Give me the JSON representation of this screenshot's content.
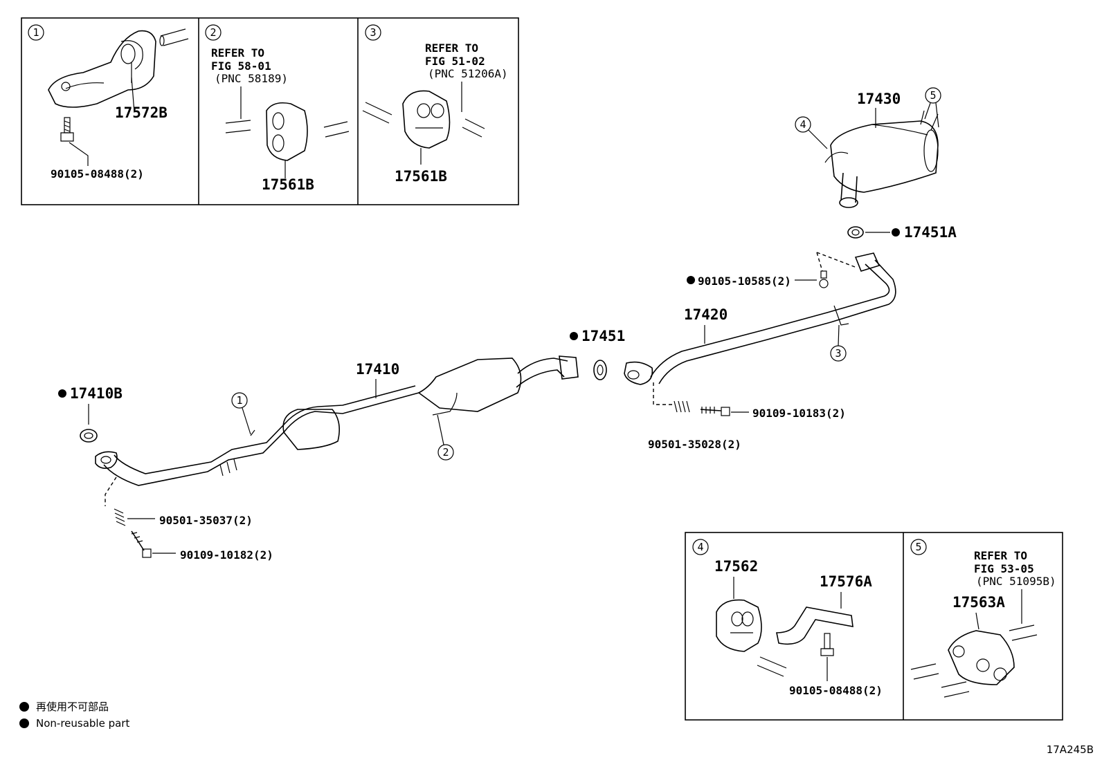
{
  "insets": {
    "i1": {
      "num": "1",
      "part": "17572B",
      "bolt": "90105-08488(2)"
    },
    "i2": {
      "num": "2",
      "ref1": "REFER TO",
      "ref2": "FIG 58-01",
      "ref3": "(PNC 58189)",
      "part": "17561B"
    },
    "i3": {
      "num": "3",
      "ref1": "REFER TO",
      "ref2": "FIG 51-02",
      "ref3": "(PNC 51206A)",
      "part": "17561B"
    },
    "i4": {
      "num": "4",
      "part_a": "17562",
      "part_b": "17576A",
      "bolt": "90105-08488(2)"
    },
    "i5": {
      "num": "5",
      "ref1": "REFER TO",
      "ref2": "FIG 53-05",
      "ref3": "(PNC 51095B)",
      "part": "17563A"
    }
  },
  "callouts": {
    "c1": "1",
    "c2": "2",
    "c3": "3",
    "c4": "4",
    "c5": "5"
  },
  "parts": {
    "p17430": "17430",
    "p17451A": "17451A",
    "p90105_10585": "90105-10585(2)",
    "p17420": "17420",
    "p17451": "17451",
    "p17410": "17410",
    "p17410B": "17410B",
    "p90109_10183": "90109-10183(2)",
    "p90501_35028": "90501-35028(2)",
    "p90501_35037": "90501-35037(2)",
    "p90109_10182": "90109-10182(2)"
  },
  "legend": {
    "jp": "再使用不可部品",
    "en": "Non-reusable part"
  },
  "figure_code": "17A245B"
}
